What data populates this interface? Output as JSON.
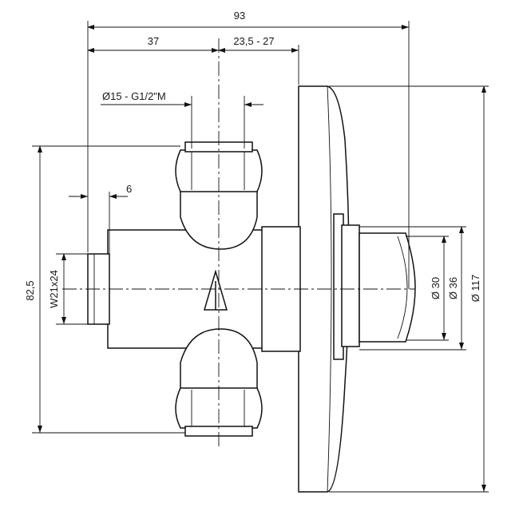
{
  "dimensions": {
    "overall_width": "93",
    "left_offset": "37",
    "right_offset": "23,5 - 27",
    "pipe_thread": "Ø15 - G1/2\"M",
    "thread_length": "6",
    "height": "82,5",
    "inlet_thread": "W21x24",
    "dia_30": "Ø 30",
    "dia_36": "Ø 36",
    "dia_117": "Ø 117"
  }
}
